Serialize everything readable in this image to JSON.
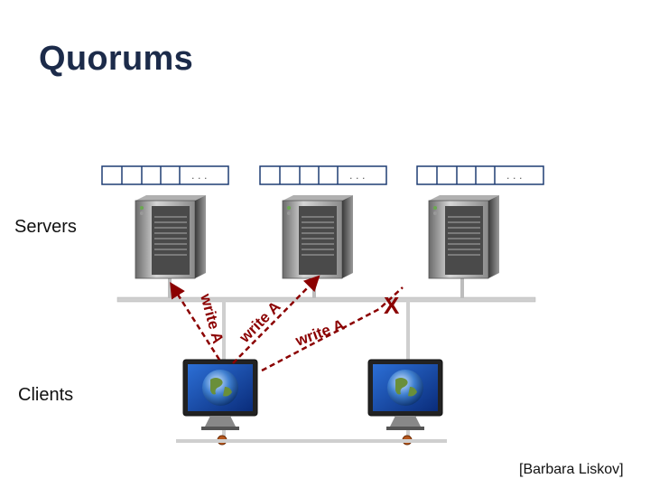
{
  "title": "Quorums",
  "labels": {
    "servers": "Servers",
    "clients": "Clients",
    "citation": "[Barbara Liskov]"
  },
  "diagram": {
    "log_ellipsis": ". . .",
    "writes": [
      {
        "label": "write A"
      },
      {
        "label": "write A"
      },
      {
        "label": "write A"
      }
    ],
    "failed_marker": "X"
  },
  "colors": {
    "title": "#1c2b4a",
    "write_arrow": "#8b0000",
    "log_border": "#1f3d73",
    "network": "#cfcfcf"
  }
}
